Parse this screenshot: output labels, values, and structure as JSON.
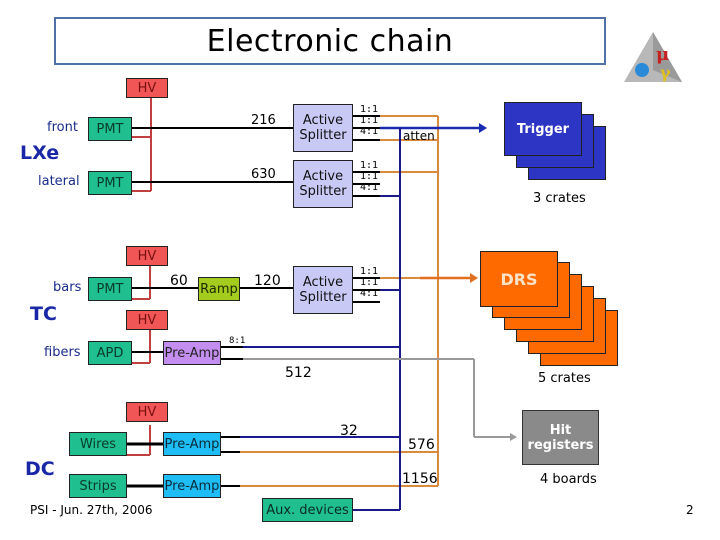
{
  "title": "Electronic chain",
  "logo": {
    "icon": "meg-triangle-logo",
    "symbols": [
      "μ",
      "e",
      "γ"
    ]
  },
  "sections": {
    "lxe": {
      "label": "LXe",
      "hv_label": "HV",
      "front_label": "front",
      "lateral_label": "lateral",
      "front_detector": "PMT",
      "lateral_detector": "PMT",
      "front_channels": "216",
      "lateral_channels": "630"
    },
    "tc": {
      "label": "TC",
      "hv_bars_label": "HV",
      "hv_fibers_label": "HV",
      "bars_label": "bars",
      "fibers_label": "fibers",
      "bars_detector": "PMT",
      "fibers_detector": "APD",
      "bars_channels": "60",
      "ramp_label": "Ramp",
      "ramp_channels": "120",
      "preamp_label": "Pre-Amp",
      "mux_ratio": "8:1",
      "fibers_channels": "512"
    },
    "dc": {
      "label": "DC",
      "hv_label": "HV",
      "wires_label": "Wires",
      "strips_label": "Strips",
      "wires_preamp": "Pre-Amp",
      "strips_preamp": "Pre-Amp",
      "wires_channels": "32",
      "total_576": "576",
      "total_1156": "1156"
    }
  },
  "splitters": [
    {
      "label": "Active Splitter",
      "ratios": [
        "1:1",
        "1:1",
        "4:1"
      ]
    },
    {
      "label": "Active Splitter",
      "ratios": [
        "1:1",
        "1:1",
        "4:1"
      ]
    },
    {
      "label": "Active Splitter",
      "ratios": [
        "1:1",
        "1:1",
        "4:1"
      ]
    }
  ],
  "atten_label": "atten",
  "aux_devices": "Aux. devices",
  "trigger": {
    "label": "Trigger",
    "count_label": "3 crates",
    "crates": 3
  },
  "drs": {
    "label": "DRS",
    "count_label": "5 crates",
    "crates": 5
  },
  "hit_registers": {
    "label": "Hit registers",
    "count_label": "4 boards"
  },
  "footer": {
    "left": "PSI - Jun. 27th, 2006",
    "page_number": "2"
  },
  "colors": {
    "hv": "#f15656",
    "detector": "#1fbf8f",
    "splitter": "#c8caf5",
    "trigger": "#2d35c4",
    "drs": "#ff6a00",
    "hit_registers": "#8a8a8a",
    "trigger_line": "#1a1a8c",
    "drs_line": "#d98a3c",
    "hit_line": "#999999",
    "hv_line": "#c04040"
  }
}
